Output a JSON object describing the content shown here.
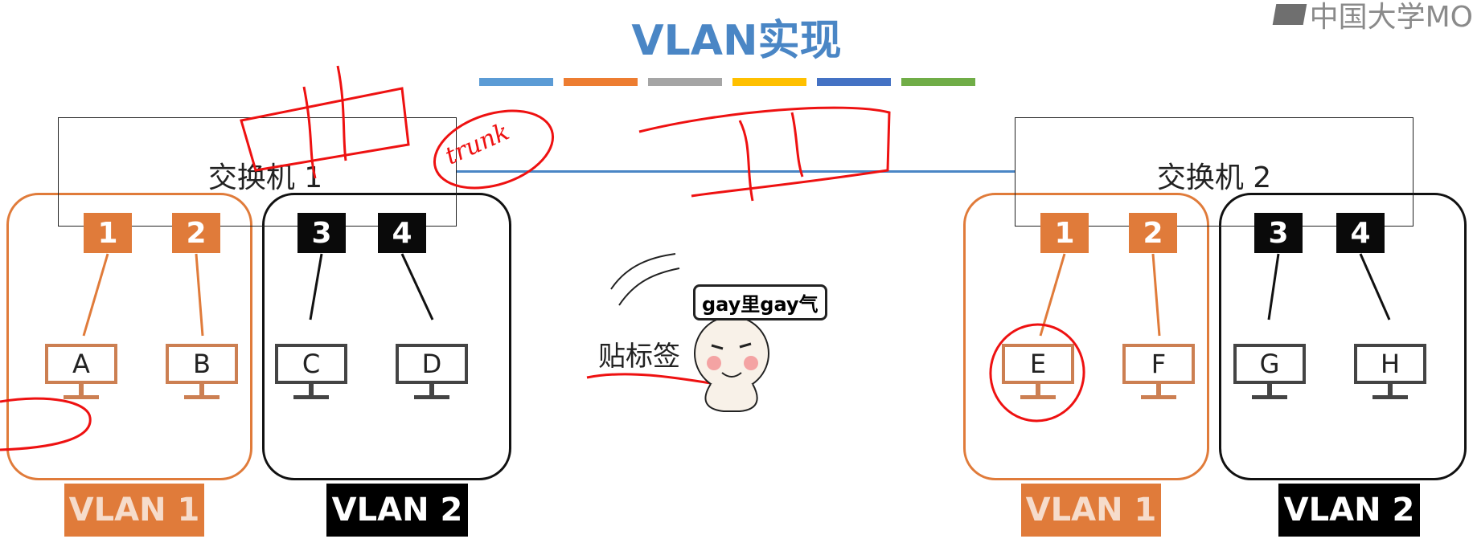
{
  "title": "VLAN实现",
  "logo_text": "中国大学MO",
  "color_bars": [
    "#5b9bd5",
    "#ed7d31",
    "#a5a5a5",
    "#ffc000",
    "#4472c4",
    "#70ad47"
  ],
  "switch1": {
    "label": "交换机 1",
    "ports": [
      "1",
      "2",
      "3",
      "4"
    ],
    "pcs": [
      "A",
      "B",
      "C",
      "D"
    ],
    "vlan_tags": [
      "VLAN 1",
      "VLAN 2"
    ]
  },
  "switch2": {
    "label": "交换机 2",
    "ports": [
      "1",
      "2",
      "3",
      "4"
    ],
    "pcs": [
      "E",
      "F",
      "G",
      "H"
    ],
    "vlan_tags": [
      "VLAN 1",
      "VLAN 2"
    ]
  },
  "sticker_text": "贴标签",
  "meme_label": "gay里gay气",
  "annotations": [
    "trunk"
  ],
  "colors": {
    "orange": "#e07b3a",
    "black": "#000000",
    "link_blue": "#4a86c5",
    "annotation_red": "#e11111"
  }
}
